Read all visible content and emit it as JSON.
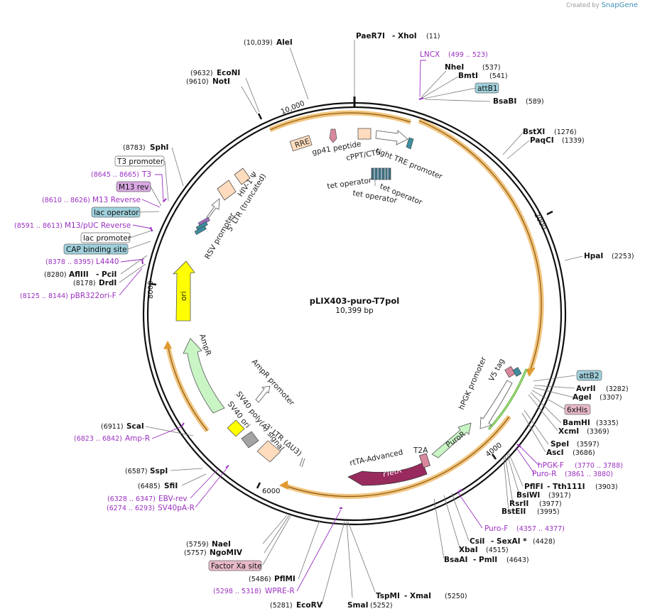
{
  "credit": {
    "prefix": "Created by",
    "brand": "SnapGene"
  },
  "plasmid": {
    "name": "pLIX403-puro-T7pol",
    "size": "10,399 bp"
  },
  "ticks": [
    "10,000",
    "2000",
    "4000",
    "6000",
    "8000"
  ],
  "enzymes": [
    {
      "name": "PaeR7I",
      "sep": "- XhoI",
      "pos": "(11)"
    },
    {
      "name": "AleI",
      "pos": "(10,039)"
    },
    {
      "name": "EcoNI",
      "pos": "(9632)"
    },
    {
      "name": "NotI",
      "pos": "(9610)"
    },
    {
      "name": "NheI",
      "pos": "(537)"
    },
    {
      "name": "BmtI",
      "pos": "(541)"
    },
    {
      "name": "BsaBI",
      "pos": "(589)"
    },
    {
      "name": "BstXI",
      "pos": "(1276)"
    },
    {
      "name": "PaqCI",
      "pos": "(1339)"
    },
    {
      "name": "HpaI",
      "pos": "(2253)"
    },
    {
      "name": "SphI",
      "pos": "(8783)"
    },
    {
      "name": "AflIII",
      "sep": "- PciI",
      "pos": "(8280)"
    },
    {
      "name": "DrdI",
      "pos": "(8178)"
    },
    {
      "name": "AvrII",
      "pos": "(3282)"
    },
    {
      "name": "AgeI",
      "pos": "(3307)"
    },
    {
      "name": "BamHI",
      "pos": "(3335)"
    },
    {
      "name": "XcmI",
      "pos": "(3369)"
    },
    {
      "name": "SpeI",
      "pos": "(3597)"
    },
    {
      "name": "AscI",
      "pos": "(3686)"
    },
    {
      "name": "PflFI",
      "sep": "- Tth111I",
      "pos": "(3903)"
    },
    {
      "name": "BsiWI",
      "pos": "(3917)"
    },
    {
      "name": "RsrII",
      "pos": "(3977)"
    },
    {
      "name": "BstEII",
      "pos": "(3995)"
    },
    {
      "name": "CsiI",
      "sep": "- SexAI *",
      "pos": "(4428)"
    },
    {
      "name": "XbaI",
      "pos": "(4515)"
    },
    {
      "name": "BsaAI",
      "sep": "- PmlI",
      "pos": "(4643)"
    },
    {
      "name": "ScaI",
      "pos": "(6911)"
    },
    {
      "name": "SspI",
      "pos": "(6587)"
    },
    {
      "name": "SfiI",
      "pos": "(6485)"
    },
    {
      "name": "NaeI",
      "pos": "(5759)"
    },
    {
      "name": "NgoMIV",
      "pos": "(5757)"
    },
    {
      "name": "PflMI",
      "pos": "(5486)"
    },
    {
      "name": "EcoRV",
      "pos": "(5281)"
    },
    {
      "name": "SmaI",
      "pos": "(5252)"
    },
    {
      "name": "TspMI",
      "sep": "- XmaI",
      "pos": "(5250)"
    }
  ],
  "primers": [
    {
      "name": "LNCX",
      "range": "(499 .. 523)"
    },
    {
      "name": "T3",
      "range": "(8645 .. 8665)"
    },
    {
      "name": "M13 Reverse",
      "range": "(8610 .. 8626)"
    },
    {
      "name": "M13/pUC Reverse",
      "range": "(8591 .. 8613)"
    },
    {
      "name": "L4440",
      "range": "(8378 .. 8395)"
    },
    {
      "name": "pBR322ori-F",
      "range": "(8125 .. 8144)"
    },
    {
      "name": "hPGK-F",
      "range": "(3770 .. 3788)"
    },
    {
      "name": "Puro-R",
      "range": "(3861 .. 3880)"
    },
    {
      "name": "Puro-F",
      "range": "(4357 .. 4377)"
    },
    {
      "name": "Amp-R",
      "range": "(6823 .. 6842)"
    },
    {
      "name": "EBV-rev",
      "range": "(6328 .. 6347)"
    },
    {
      "name": "SV40pA-R",
      "range": "(6274 .. 6293)"
    },
    {
      "name": "WPRE-R",
      "range": "(5298 .. 5318)"
    }
  ],
  "boxed_features": [
    {
      "label": "attB1",
      "color": "#9fd0dc"
    },
    {
      "label": "T3 promoter",
      "color": "#ffffff"
    },
    {
      "label": "M13 rev",
      "color": "#d9a8e3"
    },
    {
      "label": "lac operator",
      "color": "#9fd0dc"
    },
    {
      "label": "lac promoter",
      "color": "#ffffff"
    },
    {
      "label": "CAP binding site",
      "color": "#9fd0dc"
    },
    {
      "label": "attB2",
      "color": "#9fd0dc"
    },
    {
      "label": "6xHis",
      "color": "#e8b9c8"
    },
    {
      "label": "Factor Xa site",
      "color": "#e8b9c8"
    }
  ],
  "inner_features": {
    "rre": "RRE",
    "gp41": "gp41 peptide",
    "cppt": "cPPT/CTS",
    "tre": "tight TRE promoter",
    "teto1": "tet operator",
    "teto2": "tet operator",
    "teto3": "tet operator",
    "hiv": "HIV-1 Ψ",
    "ltr5": "5' LTR (truncated)",
    "rsv": "RSV promoter",
    "ori": "ori",
    "ampr": "AmpR",
    "ampr_promoter": "AmpR promoter",
    "sv40pa": "SV40 poly(A) signal",
    "sv40ori": "SV40 ori",
    "ltr3": "3' LTR (ΔU3)",
    "rtta": "rtTA-Advanced",
    "rtetr": "rTetR",
    "t2a": "T2A",
    "puror": "PuroR",
    "hpgk": "hPGK promoter",
    "v5": "V5 tag"
  },
  "colors": {
    "backbone": "#111111",
    "orange": "#f2c47e",
    "ori": "#ffff00",
    "green": "#c9f5c5",
    "rtta": "#992a5e",
    "feature_peach": "#ffdcbd"
  }
}
